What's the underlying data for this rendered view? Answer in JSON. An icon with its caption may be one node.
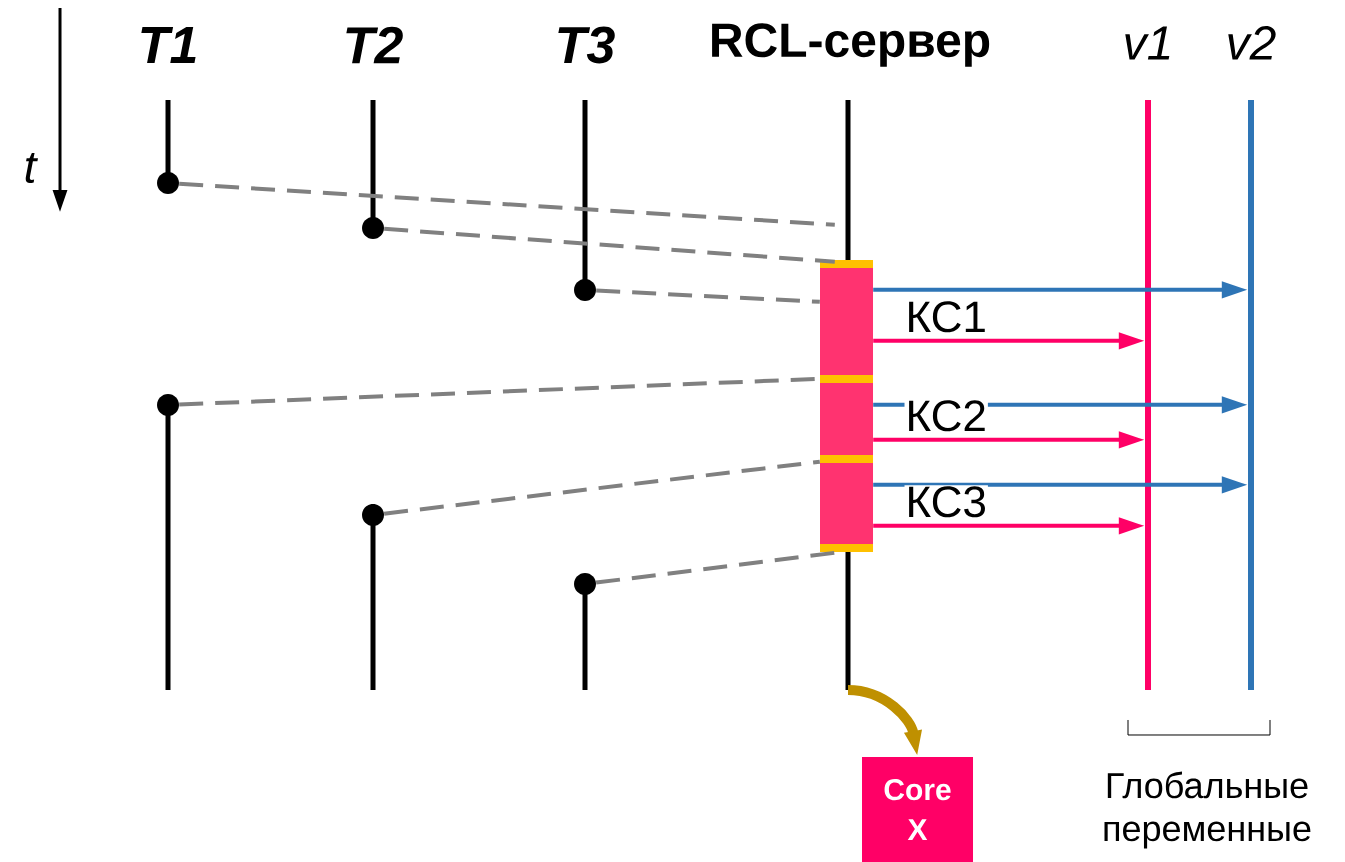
{
  "diagram": {
    "nodes": [
      {
        "text": [
          "v1"
        ]
      },
      {
        "text": [
          "v2"
        ]
      },
      {
        "text": [],
        "shape": "circle"
      },
      {
        "text": [],
        "shape": "circle"
      },
      {
        "text": [],
        "shape": "circle"
      },
      {
        "text": [],
        "shape": "circle"
      },
      {
        "text": [],
        "shape": "circle"
      },
      {
        "text": [],
        "shape": "circle"
      },
      {
        "text": [],
        "shape": "bar"
      },
      {
        "text": [
          "Core X"
        ]
      }
    ],
    "edges": [
      {
        "from": 2,
        "to": 8,
        "arrow": "none",
        "style": "dashed",
        "color": "#808080"
      },
      {
        "from": 3,
        "to": 8,
        "arrow": "none",
        "style": "dashed",
        "color": "#808080"
      },
      {
        "from": 4,
        "to": 8,
        "arrow": "none",
        "style": "dashed",
        "color": "#808080"
      },
      {
        "from": 5,
        "to": 8,
        "arrow": "none",
        "style": "dashed",
        "color": "#808080"
      },
      {
        "from": 6,
        "to": 8,
        "arrow": "none",
        "style": "dashed",
        "color": "#808080"
      },
      {
        "from": 7,
        "to": 8,
        "arrow": "none",
        "style": "dashed",
        "color": "#808080"
      },
      {
        "from": 8,
        "to": 1,
        "arrow": "to",
        "color": "#2e75b6"
      },
      {
        "from": 8,
        "to": 0,
        "arrow": "to",
        "color": "#ff0066",
        "label": "КС1"
      },
      {
        "from": 8,
        "to": 1,
        "arrow": "to",
        "color": "#2e75b6"
      },
      {
        "from": 8,
        "to": 0,
        "arrow": "to",
        "color": "#ff0066",
        "label": "КС2"
      },
      {
        "from": 8,
        "to": 1,
        "arrow": "to",
        "color": "#2e75b6"
      },
      {
        "from": 8,
        "to": 0,
        "arrow": "to",
        "color": "#ff0066",
        "label": "КС3"
      },
      {
        "from": null,
        "to": 9,
        "arrow": "to",
        "style": "thick",
        "color": "#bf9000"
      }
    ],
    "labels": [
      "T1",
      "T2",
      "T3",
      "RCL-сервер",
      "t",
      "Глобальные переменные"
    ]
  }
}
